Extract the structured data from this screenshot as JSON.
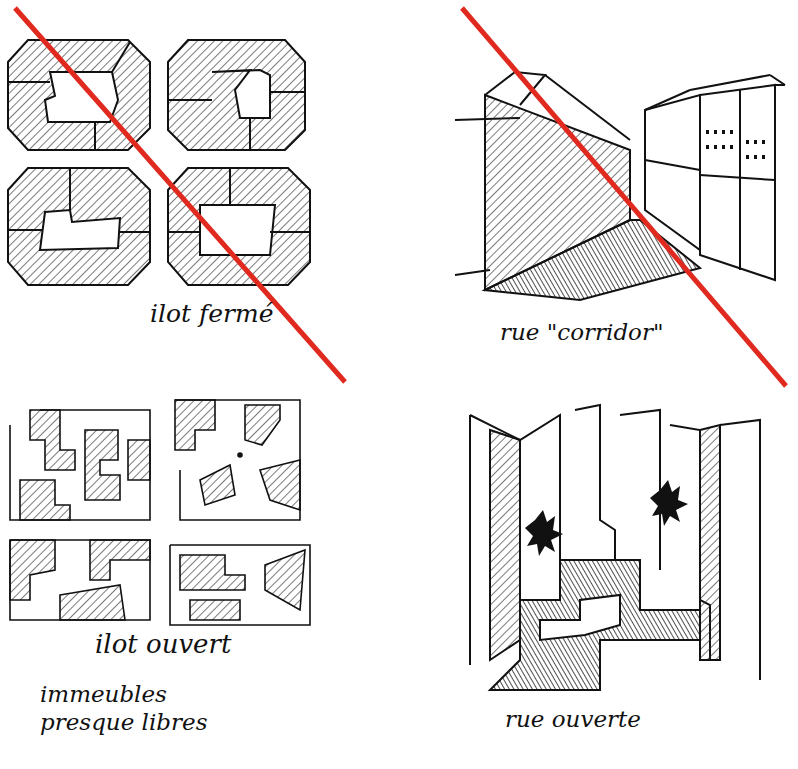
{
  "diagram": {
    "labels": [
      "ilot fermé",
      "rue \"corridor\"",
      "ilot ouvert",
      "immeubles presque libres",
      "rue ouverte"
    ]
  }
}
